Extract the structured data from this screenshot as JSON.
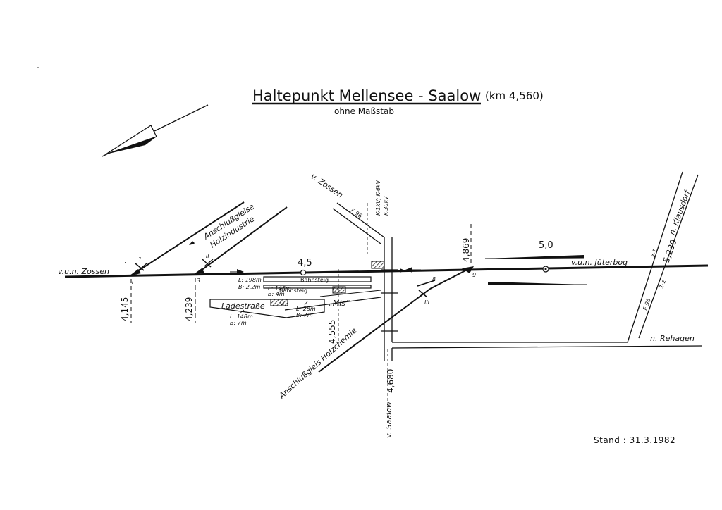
{
  "title": {
    "main": "Haltepunkt Mellensee - Saalow",
    "km": "(km 4,560)",
    "subtitle": "ohne Maßstab"
  },
  "directions": {
    "west": "v.u.n. Zossen",
    "east": "v.u.n. Jüterbog",
    "from_zossen": "v. Zossen",
    "from_saalow": "v. Saalow",
    "to_rehagen": "n. Rehagen",
    "to_klausdorf": "n. Klausdorf"
  },
  "sidings": {
    "holzindustrie_1": "Anschlußgleise",
    "holzindustrie_2": "Holzindustrie",
    "holzchemie": "Anschlußgleis Holzchemie"
  },
  "km_marks": {
    "k4145": "4,145",
    "k4239": "4,239",
    "k4555": "4,555",
    "k4680": "4,680",
    "k4869": "4,869",
    "k5230": "5,230"
  },
  "switches": {
    "s1": "1",
    "s3": "3",
    "s8": "8",
    "s9": "9",
    "sI": "I",
    "sII": "II",
    "sIII": "III"
  },
  "platforms": {
    "bahnsteig": "Bahnsteig",
    "bahnsteig2": "Bahnsteig",
    "p1_l": "L: 198m",
    "p1_b": "B: 2,2m",
    "p2_l": "L: 145m",
    "p2_b": "B: 4m"
  },
  "loading": {
    "name": "Ladestraße",
    "l": "L: 148m",
    "b": "B: 7m",
    "mls": "„Mls“",
    "mls_l": "L: 28m",
    "mls_b": "B: 7m",
    "g_box": "G"
  },
  "misc": {
    "grade": "4,5",
    "speed": "5,0",
    "cable": "K-1kV; K-6kV",
    "cable2": "K-30kV",
    "f96": "F 96",
    "f96b": "F 96",
    "road_marks1": "z-1",
    "road_marks2": "1-z"
  },
  "stand": "Stand : 31.3.1982"
}
